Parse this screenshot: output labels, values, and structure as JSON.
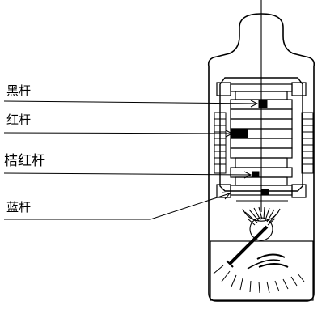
{
  "diagram": {
    "labels": [
      {
        "id": "black-rod",
        "text": "黑杆"
      },
      {
        "id": "red-rod",
        "text": "红杆"
      },
      {
        "id": "orange-red-rod",
        "text": "桔红杆"
      },
      {
        "id": "blue-rod",
        "text": "蓝杆"
      }
    ]
  }
}
